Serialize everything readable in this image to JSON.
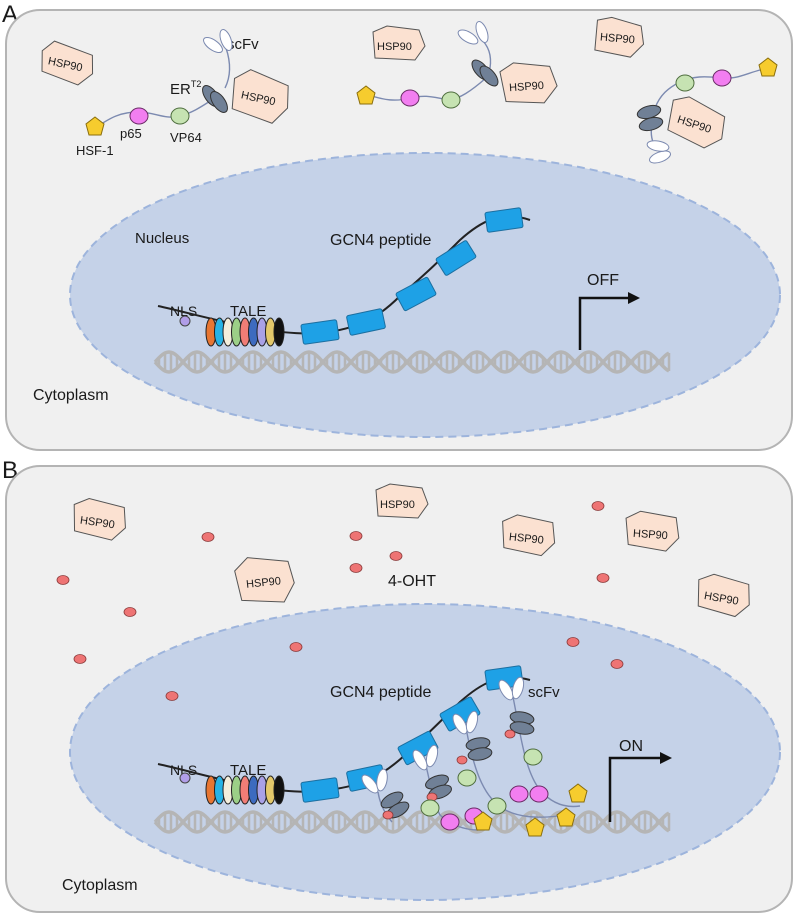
{
  "panels": [
    {
      "letter": "A",
      "nucleus_label": "Nucleus",
      "cytoplasm_label": "Cytoplasm",
      "peptide_label": "GCN4 peptide",
      "nls_label": "NLS",
      "tale_label": "TALE",
      "state_label": "OFF",
      "scfv_label": "scFv",
      "er_label": "ER",
      "er_sup": "T2",
      "vp64_label": "VP64",
      "p65_label": "p65",
      "hsf1_label": "HSF-1",
      "hsp_label": "HSP90"
    },
    {
      "letter": "B",
      "cytoplasm_label": "Cytoplasm",
      "peptide_label": "GCN4 peptide",
      "nls_label": "NLS",
      "tale_label": "TALE",
      "state_label": "ON",
      "scfv_label": "scFv",
      "drug_label": "4-OHT",
      "hsp_label": "HSP90"
    }
  ],
  "colors": {
    "cell_fill": "#f0f0f0",
    "cell_border": "#b4b4b4",
    "nucleus_fill": "#c5d2e8",
    "nucleus_border": "#9db4dc",
    "hsp_fill": "#fbe1d1",
    "gcn4": "#1ea1e6",
    "scfv": "#ffffff",
    "er": "#708096",
    "vp64": "#c6e3b2",
    "p65": "#f27ef0",
    "hsf1": "#f6cc2e",
    "drug": "#ee7474",
    "nls": "#b19ee8",
    "dna": "#b5b5b5",
    "tale_repeats": [
      "#e87632",
      "#27b3e6",
      "#f4eedc",
      "#9ccf87",
      "#f17d76",
      "#3d6bbf",
      "#a9a1e6",
      "#e3c86a",
      "#101010"
    ]
  }
}
